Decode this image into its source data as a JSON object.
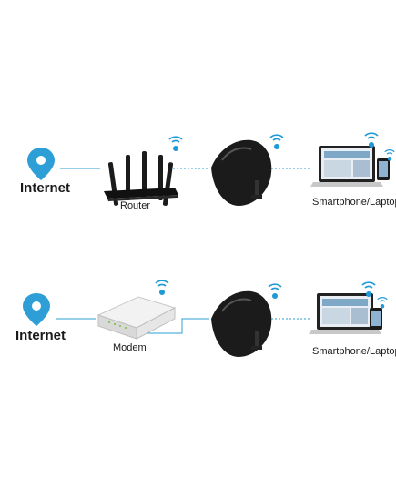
{
  "colors": {
    "pin": "#2d9fd6",
    "wifi": "#1f9ad6",
    "link": "#2d9fd6",
    "device_dark": "#1b1b1b",
    "text": "#1a1a1a"
  },
  "rows": [
    {
      "source_label": "Internet",
      "gateway_label": "Router",
      "gateway_type": "router",
      "extender_icon": "wifi-extender",
      "client_label": "Smartphone/Laptop"
    },
    {
      "source_label": "Internet",
      "gateway_label": "Modem",
      "gateway_type": "modem",
      "extender_icon": "wifi-extender",
      "client_label": "Smartphone/Laptop"
    }
  ]
}
